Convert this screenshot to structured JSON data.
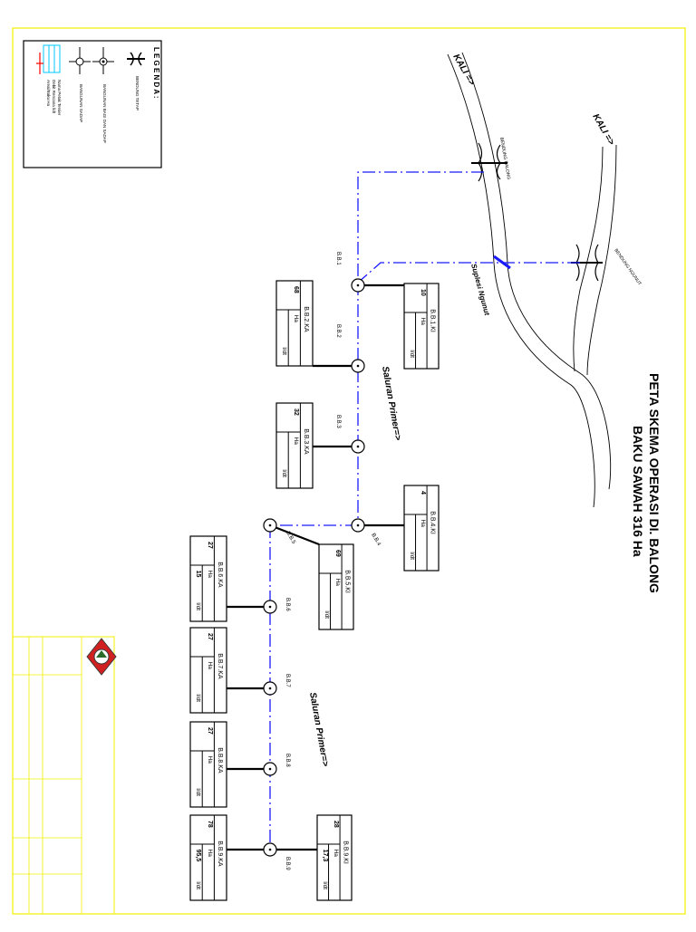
{
  "title": "PETA SKEMA OPERASI DI. BALONG",
  "subtitle": "BAKU SAWAH 316 Ha",
  "legend": {
    "heading": "L E G E N D A :",
    "items": [
      {
        "label": "BENDUNG TETAP",
        "icon": "weir-icon"
      },
      {
        "label": "BANGUNAN BAGI DAN SADAP",
        "icon": "division-structure-icon"
      },
      {
        "label": "BANGUNAN SADAP",
        "icon": "tapping-structure-icon"
      },
      {
        "label": "Nama Petak Tersier",
        "icon": "tertiary-block-icon"
      },
      {
        "label": "Debit Rencana l/dt",
        "icon": "tertiary-block-icon"
      },
      {
        "label": "Areal/Baku Ha",
        "icon": "tertiary-block-icon"
      }
    ]
  },
  "rivers": [
    {
      "label": "KALI =>"
    },
    {
      "label": "KALI =>"
    }
  ],
  "weirs": [
    {
      "label": "BENDUNG BALONG"
    },
    {
      "label": "BENDUNG NGUNUT"
    }
  ],
  "canal_labels": {
    "suplesi": "Suplesi Ngunut",
    "primer_1": "Saluran Primer=>",
    "primer_2": "Saluran Primer=>"
  },
  "structures": [
    "B.B.1",
    "B.B.2",
    "B.B.3",
    "B.B.4",
    "B.B.5",
    "B.B.6",
    "B.B.7",
    "B.B.8",
    "B.B.9"
  ],
  "blocks": [
    {
      "name": "B.B.1.KI",
      "area": "10",
      "area_unit": "Ha",
      "flow": "",
      "flow_unit": "l/dt"
    },
    {
      "name": "B.B.2.KA",
      "area": "68",
      "area_unit": "Ha",
      "flow": "",
      "flow_unit": "l/dt"
    },
    {
      "name": "B.B.3.KA",
      "area": "32",
      "area_unit": "Ha",
      "flow": "",
      "flow_unit": "l/dt"
    },
    {
      "name": "B.B.4.KI",
      "area": "4",
      "area_unit": "Ha",
      "flow": "",
      "flow_unit": "l/dt"
    },
    {
      "name": "B.B.5.KI",
      "area": "69",
      "area_unit": "Ha",
      "flow": "",
      "flow_unit": "l/dt"
    },
    {
      "name": "B.B.6.KA",
      "area": "27",
      "area_unit": "Ha",
      "flow": "15",
      "flow_unit": "l/dt"
    },
    {
      "name": "B.B.7.KA",
      "area": "27",
      "area_unit": "Ha",
      "flow": "",
      "flow_unit": "l/dt"
    },
    {
      "name": "B.B.8.KA",
      "area": "27",
      "area_unit": "Ha",
      "flow": "",
      "flow_unit": "l/dt"
    },
    {
      "name": "B.B.9.KA",
      "area": "78",
      "area_unit": "Ha",
      "flow": "95,5",
      "flow_unit": "l/dt"
    },
    {
      "name": "B.B.9.KI",
      "area": "28",
      "area_unit": "Ha",
      "flow": "17,3",
      "flow_unit": "l/dt"
    }
  ],
  "colors": {
    "frame": "#f0f000",
    "canal": "#1a1aff",
    "line": "#000000",
    "legend_cyan": "#00c8ff",
    "legend_red": "#ff0000"
  }
}
